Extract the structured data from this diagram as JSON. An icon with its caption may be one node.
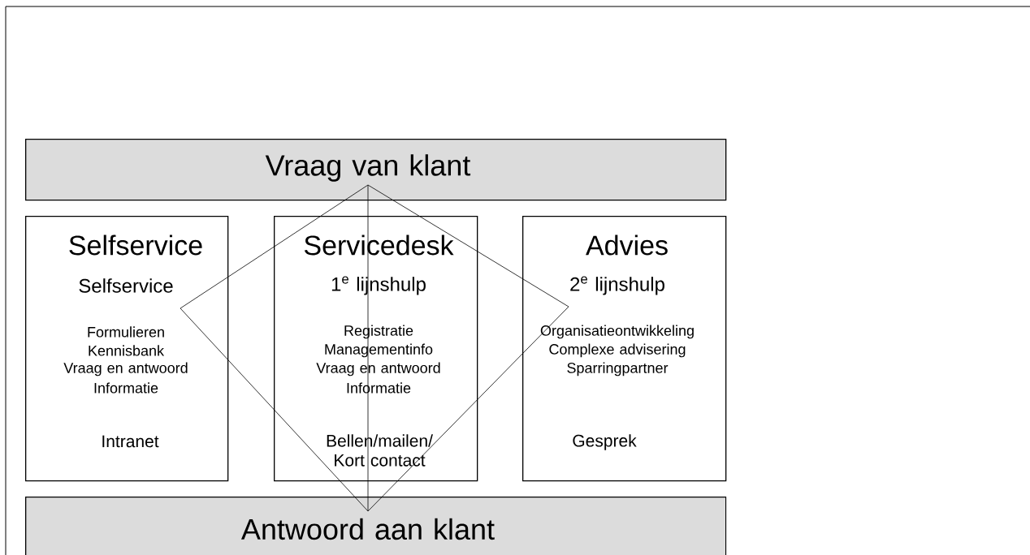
{
  "diagram": {
    "nodes": [
      {
        "text": [
          "Vraag van klant"
        ]
      },
      {
        "text": [
          "Selfservice",
          "Selfservice",
          "Formulieren",
          "Kennisbank",
          "Vraag en antwoord",
          "Informatie",
          "Intranet"
        ]
      },
      {
        "text": [
          "Servicedesk",
          "1$^{e}$ lijnshulp",
          "Registratie",
          "Managementinfo",
          "Vraag en antwoord",
          "Informatie",
          "Bellen/mailen/ Kort contact"
        ]
      },
      {
        "text": [
          "Advies",
          "2$^{e}$ lijnshulp",
          "Organisatieontwikkeling",
          "Complexe advisering",
          "Sparringpartner",
          "Gesprek"
        ]
      },
      {
        "text": [
          "Antwoord aan klant"
        ]
      }
    ]
  }
}
